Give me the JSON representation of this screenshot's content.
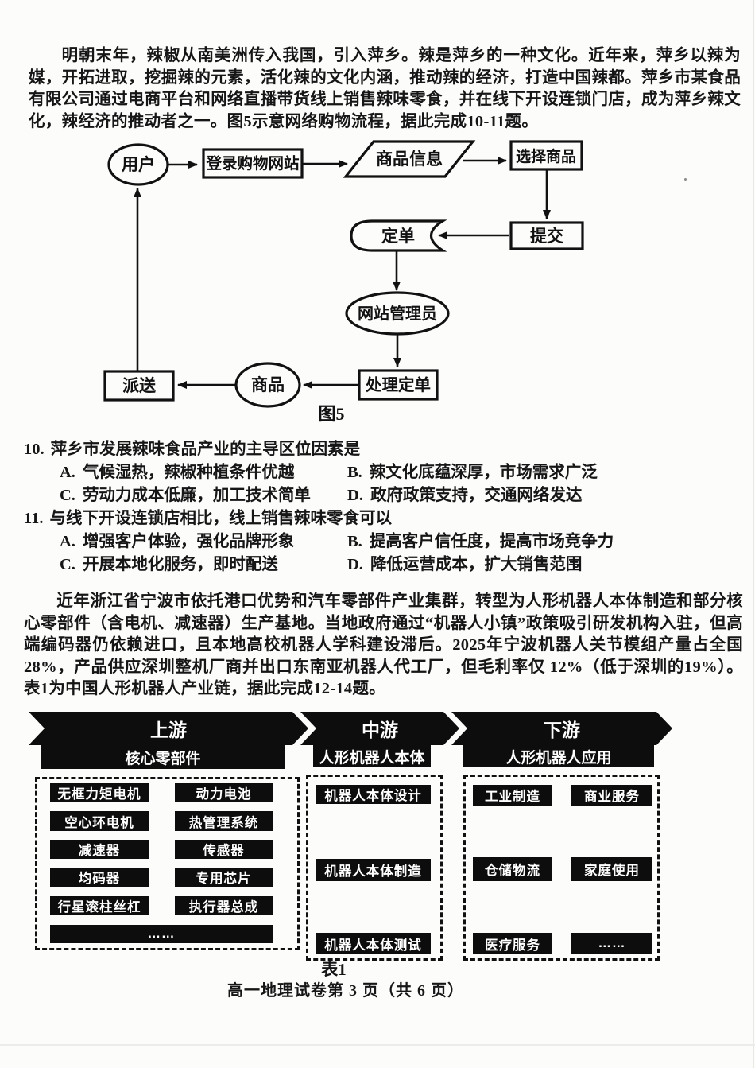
{
  "passage1": {
    "text": "明朝末年，辣椒从南美洲传入我国，引入萍乡。辣是萍乡的一种文化。近年来，萍乡以辣为媒，开拓进取，挖掘辣的元素，活化辣的文化内涵，推动辣的经济，打造中国辣都。萍乡市某食品有限公司通过电商平台和网络直播带货线上销售辣味零食，并在线下开设连锁门店，成为萍乡辣文化，辣经济的推动者之一。图5示意网络购物流程，据此完成10-11题。"
  },
  "flowchart": {
    "caption": "图5",
    "nodes": {
      "user": "用户",
      "login": "登录购物网站",
      "product_info": "商品信息",
      "select": "选择商品",
      "submit": "提交",
      "order": "定单",
      "admin": "网站管理员",
      "process": "处理定单",
      "goods": "商品",
      "deliver": "派送"
    }
  },
  "questions": [
    {
      "number": "10.",
      "stem": "萍乡市发展辣味食品产业的主导区位因素是",
      "options": [
        {
          "label": "A.",
          "text": "气候湿热，辣椒种植条件优越"
        },
        {
          "label": "B.",
          "text": "辣文化底蕴深厚，市场需求广泛"
        },
        {
          "label": "C.",
          "text": "劳动力成本低廉，加工技术简单"
        },
        {
          "label": "D.",
          "text": "政府政策支持，交通网络发达"
        }
      ]
    },
    {
      "number": "11.",
      "stem": "与线下开设连锁店相比，线上销售辣味零食可以",
      "options": [
        {
          "label": "A.",
          "text": "增强客户体验，强化品牌形象"
        },
        {
          "label": "B.",
          "text": "提高客户信任度，提高市场竞争力"
        },
        {
          "label": "C.",
          "text": "开展本地化服务，即时配送"
        },
        {
          "label": "D.",
          "text": "降低运营成本，扩大销售范围"
        }
      ]
    }
  ],
  "passage2": {
    "text": "近年浙江省宁波市依托港口优势和汽车零部件产业集群，转型为人形机器人本体制造和部分核心零部件（含电机、减速器）生产基地。当地政府通过“机器人小镇”政策吸引研发机构入驻，但高端编码器仍依赖进口，且本地高校机器人学科建设滞后。2025年宁波机器人关节模组产量占全国 28%，产品供应深圳整机厂商并出口东南亚机器人代工厂，但毛利率仅 12%（低于深圳的19%）。 表1为中国人形机器人产业链，据此完成12-14题。"
  },
  "industry_chain": {
    "caption": "表1",
    "stages": [
      "上游",
      "中游",
      "下游"
    ],
    "upstream": {
      "header": "核心零部件",
      "col1": [
        "无框力矩电机",
        "空心环电机",
        "减速器",
        "均码器",
        "行星滚柱丝杠"
      ],
      "col2": [
        "动力电池",
        "热管理系统",
        "传感器",
        "专用芯片",
        "执行器总成"
      ],
      "more": "……"
    },
    "midstream": {
      "header": "人形机器人本体",
      "items": [
        "机器人本体设计",
        "机器人本体制造",
        "机器人本体测试"
      ]
    },
    "downstream": {
      "header": "人形机器人应用",
      "col1": [
        "工业制造",
        "仓储物流",
        "医疗服务"
      ],
      "col2": [
        "商业服务",
        "家庭使用",
        "……"
      ]
    }
  },
  "footer": {
    "text": "高一地理试卷第 3 页（共 6 页）"
  },
  "colors": {
    "ink": "#161616",
    "box_bg": "#0d0d0d",
    "box_text": "#ffffff",
    "page_bg": "#fcfcfb"
  }
}
